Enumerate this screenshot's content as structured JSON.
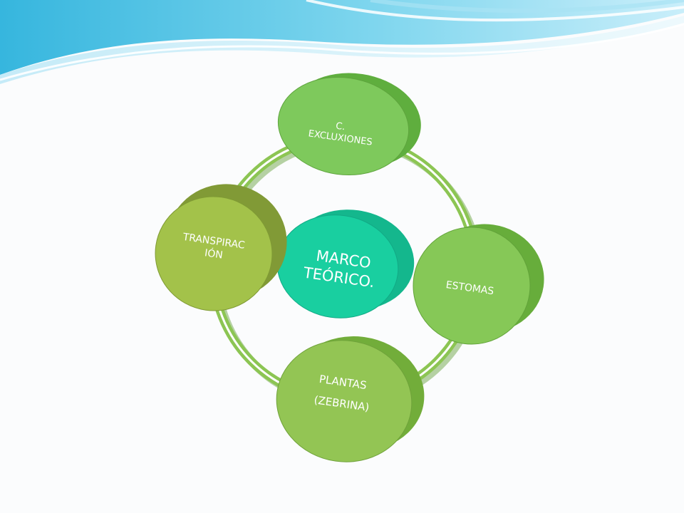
{
  "diagram": {
    "center": {
      "lines": [
        "MARCO",
        "TEÓRICO."
      ]
    },
    "nodes": [
      {
        "id": "top",
        "lines": [
          "C.",
          "EXCLUXIONES"
        ]
      },
      {
        "id": "right",
        "lines": [
          "ESTOMAS"
        ]
      },
      {
        "id": "bottom",
        "lines": [
          "PLANTAS",
          "(ZEBRINA)"
        ]
      },
      {
        "id": "left",
        "lines": [
          "TRANSPIRAC",
          "IÓN"
        ]
      }
    ]
  },
  "colors": {
    "center_fill": "#19cfa0",
    "center_shadow": "#14b78d",
    "node_fill_top": "#7ec95c",
    "node_fill_right": "#86c857",
    "node_fill_bottom": "#93c554",
    "node_fill_left": "#a3c24a",
    "ring": "#8cc553",
    "header_light": "#cfeffa",
    "header_mid": "#7dd5ee",
    "header_dark": "#37b7de"
  }
}
